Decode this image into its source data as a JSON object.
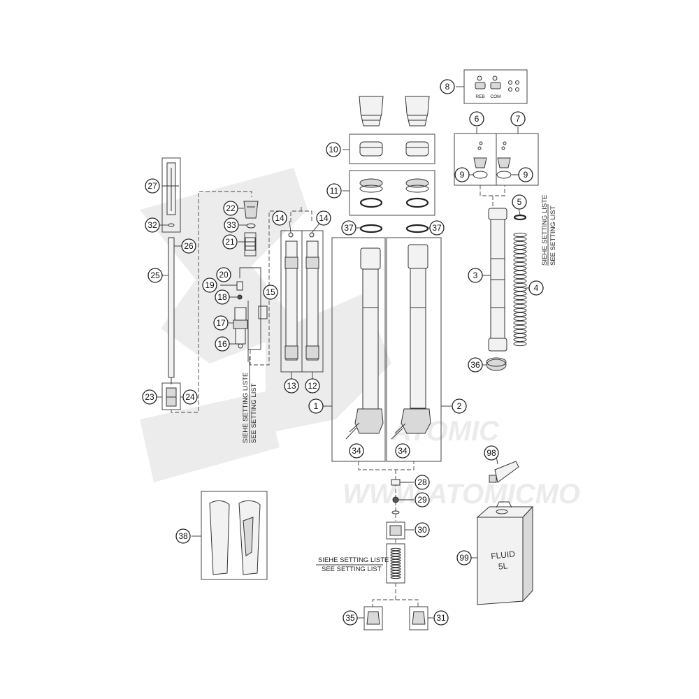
{
  "callouts": [
    "1",
    "2",
    "3",
    "4",
    "5",
    "6",
    "7",
    "8",
    "9",
    "9",
    "10",
    "11",
    "12",
    "13",
    "14",
    "14",
    "15",
    "16",
    "17",
    "18",
    "19",
    "20",
    "21",
    "22",
    "23",
    "24",
    "25",
    "26",
    "27",
    "28",
    "29",
    "30",
    "31",
    "32",
    "33",
    "34",
    "34",
    "35",
    "36",
    "37",
    "37",
    "38",
    "98",
    "99"
  ],
  "notes": {
    "setting_de": "SIEHE SETTING LISTE",
    "setting_en": "SEE SETTING LIST"
  },
  "labels": {
    "reb": "REB",
    "com": "COM",
    "fluid_1": "FLUID",
    "fluid_2": "5L"
  },
  "watermark": {
    "brand": "ATOMIC",
    "url": "WWW.ATOMICMO"
  }
}
